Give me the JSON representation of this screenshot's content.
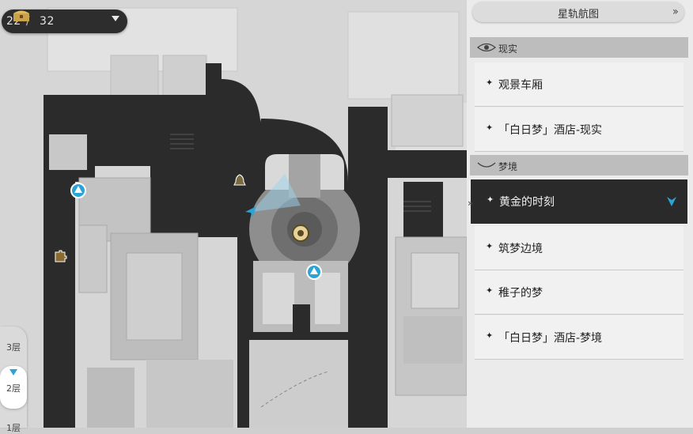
{
  "chest": {
    "current": "22",
    "separator": "/",
    "total": "32",
    "icon": "treasure-chest-icon"
  },
  "floors": [
    {
      "label": "3层",
      "active": false
    },
    {
      "label": "2层",
      "active": true
    },
    {
      "label": "1层",
      "active": false
    }
  ],
  "panel": {
    "title": "星轨航图",
    "title_icon": "double-chevron-right-icon",
    "sections": [
      {
        "label": "现实",
        "icon": "eye-icon"
      },
      {
        "label": "梦境",
        "icon": "closed-eye-icon"
      }
    ],
    "reality_items": [
      {
        "label": "观景车厢"
      },
      {
        "label": "「白日梦」酒店-现实"
      }
    ],
    "dream_items": [
      {
        "label": "黄金的时刻",
        "selected": true
      },
      {
        "label": "筑梦边境"
      },
      {
        "label": "稚子的梦"
      },
      {
        "label": "「白日梦」酒店-梦境"
      }
    ]
  },
  "colors": {
    "accent": "#2ba3d6",
    "selected_bg": "#2a2a2a",
    "road": "#2b2b2b"
  }
}
